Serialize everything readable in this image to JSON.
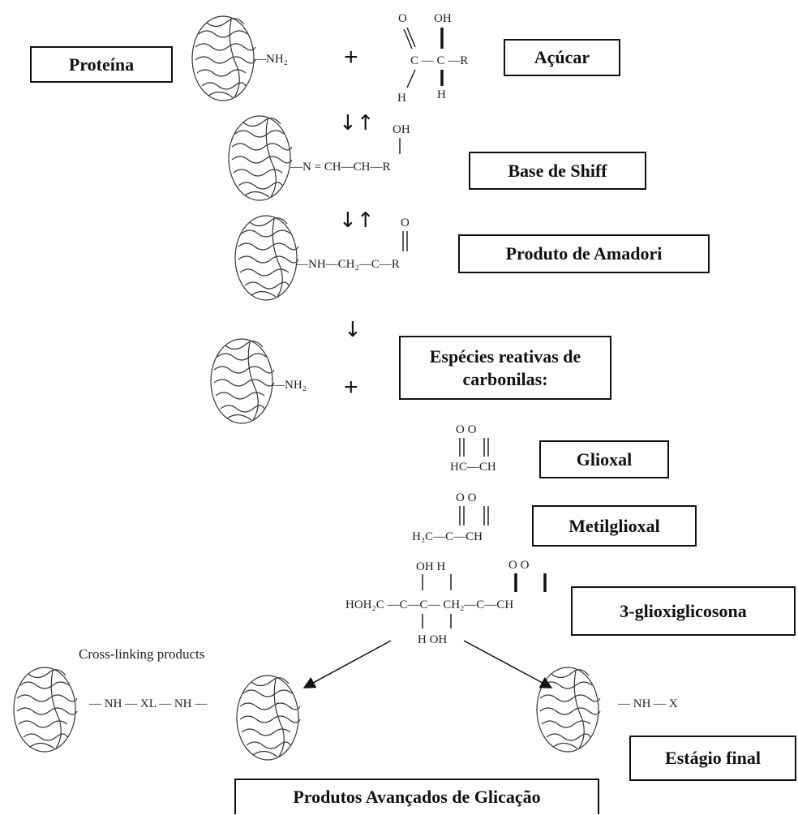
{
  "labels": {
    "proteina": "Proteína",
    "acucar": "Açúcar",
    "base_shiff": "Base de Shiff",
    "amadori": "Produto de Amadori",
    "especies": "Espécies reativas de carbonilas:",
    "glioxal": "Glioxal",
    "metilglioxal": "Metilglioxal",
    "glioxiglicosona": "3-glioxiglicosona",
    "estagio_final": "Estágio final",
    "produtos_avancados": "Produtos Avançados de Glicação"
  },
  "caption": {
    "cross_linking": "Cross-linking products"
  },
  "symbols": {
    "plus": "+",
    "equilibrium": "↓↑",
    "down_arrow": "↓"
  },
  "chem": {
    "nh2": "—NH₂",
    "sugar_o": "O",
    "sugar_oh": "OH",
    "sugar_chain": "C — C —R",
    "sugar_h1": "H",
    "sugar_h2": "H",
    "shiff_oh": "OH",
    "shiff_chain": "—N = CH—CH—R",
    "amadori_o": "O",
    "amadori_chain": "—NH—CH₂—C—R",
    "glioxal_o": "O    O",
    "glioxal_chain": "HC—CH",
    "metil_o": "O    O",
    "metil_chain": "H₃C—C—CH",
    "gg_top": "OH  H",
    "gg_o": "O    O",
    "gg_chain": "HOH₂C —C—C— CH₂—C—CH",
    "gg_bottom": "H    OH",
    "crosslink_chain": "— NH — XL — NH —",
    "final_chain": "— NH — X"
  }
}
